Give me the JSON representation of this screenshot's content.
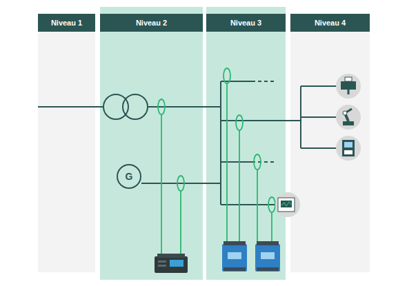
{
  "diagram": {
    "nodes": [
      {
        "text": [
          "Niveau 1"
        ]
      },
      {
        "text": [
          "Niveau 2"
        ]
      },
      {
        "text": [
          "Niveau 3"
        ]
      },
      {
        "text": [
          "Niveau 4"
        ]
      },
      {
        "text": [
          "G"
        ],
        "in": 1
      }
    ]
  }
}
